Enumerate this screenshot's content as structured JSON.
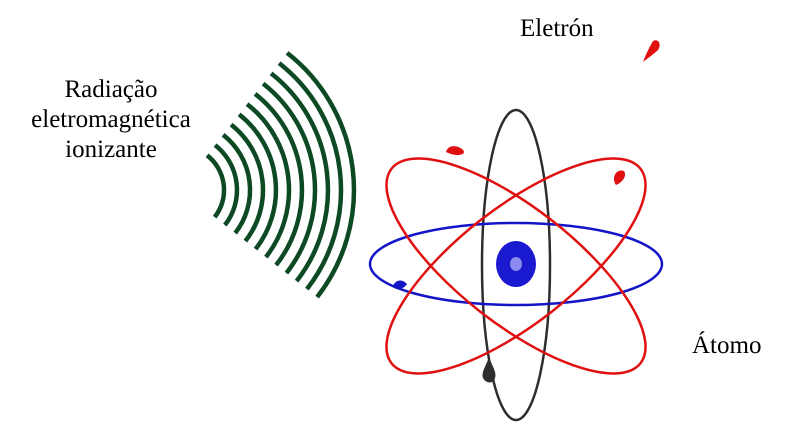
{
  "labels": {
    "radiation": [
      "Radiação",
      "eletromagnética",
      "ionizante"
    ],
    "electron": "Eletrón",
    "atom": "Átomo"
  },
  "colors": {
    "wave": "#0d4a24",
    "orbit_red": "#e01010",
    "orbit_blue": "#1515c8",
    "orbit_dark": "#2e2e2e",
    "nucleus": "#1a1ad0",
    "nucleus_highlight": "#8c8cf0",
    "ejected_electron": "#e01010"
  },
  "icons": {
    "wave": "electromagnetic-wave-arcs",
    "atom": "atom-with-orbits",
    "electron": "electron-droplet"
  }
}
